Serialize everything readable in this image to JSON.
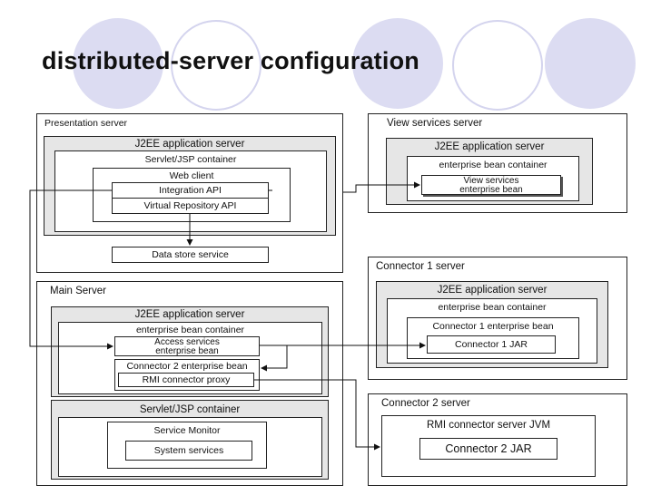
{
  "slide": {
    "title": "distributed-server configuration",
    "accent_color": "#dcdcf2"
  },
  "presentation_server": {
    "title": "Presentation server",
    "j2ee": "J2EE application server",
    "servlet_container": "Servlet/JSP container",
    "web_client": "Web client",
    "integration_api": "Integration API",
    "virtual_repository_api": "Virtual Repository API",
    "data_store_service": "Data store service"
  },
  "main_server": {
    "title": "Main Server",
    "j2ee": "J2EE application server",
    "ejb_container": "enterprise bean container",
    "access_services_line1": "Access services",
    "access_services_line2": "enterprise bean",
    "connector2_bean": "Connector 2 enterprise bean",
    "rmi_proxy": "RMI connector proxy",
    "servlet_container": "Servlet/JSP container",
    "service_monitor": "Service Monitor",
    "system_services": "System services"
  },
  "view_services_server": {
    "title": "View services server",
    "j2ee": "J2EE application server",
    "ejb_container": "enterprise bean container",
    "view_services_line1": "View services",
    "view_services_line2": "enterprise bean"
  },
  "connector1_server": {
    "title": "Connector 1 server",
    "j2ee": "J2EE application server",
    "ejb_container": "enterprise bean container",
    "connector1_bean": "Connector 1 enterprise bean",
    "connector1_jar": "Connector 1 JAR"
  },
  "connector2_server": {
    "title": "Connector 2 server",
    "rmi_jvm": "RMI connector server JVM",
    "connector2_jar": "Connector 2 JAR"
  }
}
